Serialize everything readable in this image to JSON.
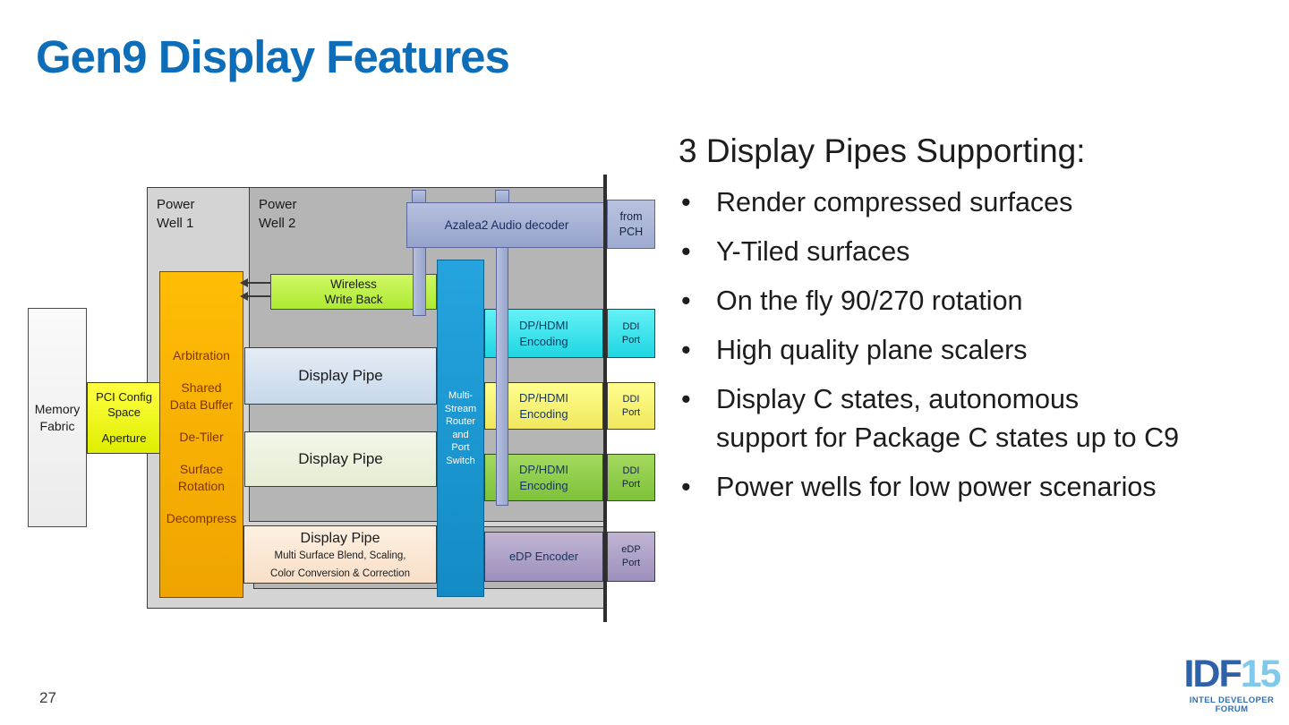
{
  "slide": {
    "title": "Gen9 Display Features",
    "page_number": "27",
    "colors": {
      "title_blue": "#0d6db8",
      "power_well_1_gray": "#d4d4d4",
      "power_well_2_gray": "#b5b5b5",
      "orange_block": "#f7b000",
      "pci_yellow": "#f2f700",
      "wireless_green": "#bdf04a",
      "azalea_periwinkle": "#a5b1d4",
      "router_blue": "#1b98d1",
      "encoding_cyan": "#3ee4ec",
      "encoding_yellow": "#f8f377",
      "encoding_green": "#90cd4c",
      "edp_purple": "#aea2c8",
      "boundary_line": "#2e2e2e"
    }
  },
  "diagram": {
    "memory_fabric": "Memory\nFabric",
    "pci_config": {
      "space": "PCI Config\nSpace",
      "aperture": "Aperture"
    },
    "power_well_1": "Power\nWell 1",
    "power_well_2": "Power\nWell 2",
    "processing_block": {
      "items": [
        "Arbitration",
        "Shared\nData Buffer",
        "De-Tiler",
        "Surface\nRotation",
        "Decompress"
      ]
    },
    "wireless_write_back": "Wireless\nWrite Back",
    "azalea": "Azalea2 Audio decoder",
    "from_pch": "from\nPCH",
    "router": "Multi-\nStream\nRouter\nand\nPort\nSwitch",
    "display_pipe": "Display Pipe",
    "display_pipe_blend": {
      "title": "Display Pipe",
      "sub": "Multi Surface Blend, Scaling,\nColor Conversion & Correction"
    },
    "dp_hdmi_encoding": "DP/HDMI\nEncoding",
    "ddi_port": "DDI\nPort",
    "edp_encoder": "eDP Encoder",
    "edp_port": "eDP\nPort"
  },
  "right_panel": {
    "heading": "3 Display Pipes Supporting:",
    "bullets": [
      "Render compressed surfaces",
      "Y-Tiled surfaces",
      "On the fly 90/270 rotation",
      "High quality plane scalers",
      "Display C states, autonomous\nsupport for Package C states up to C9",
      "Power wells for low power scenarios"
    ]
  },
  "footer": {
    "logo_idf": "IDF",
    "logo_15": "15",
    "logo_sub": "INTEL DEVELOPER FORUM"
  }
}
